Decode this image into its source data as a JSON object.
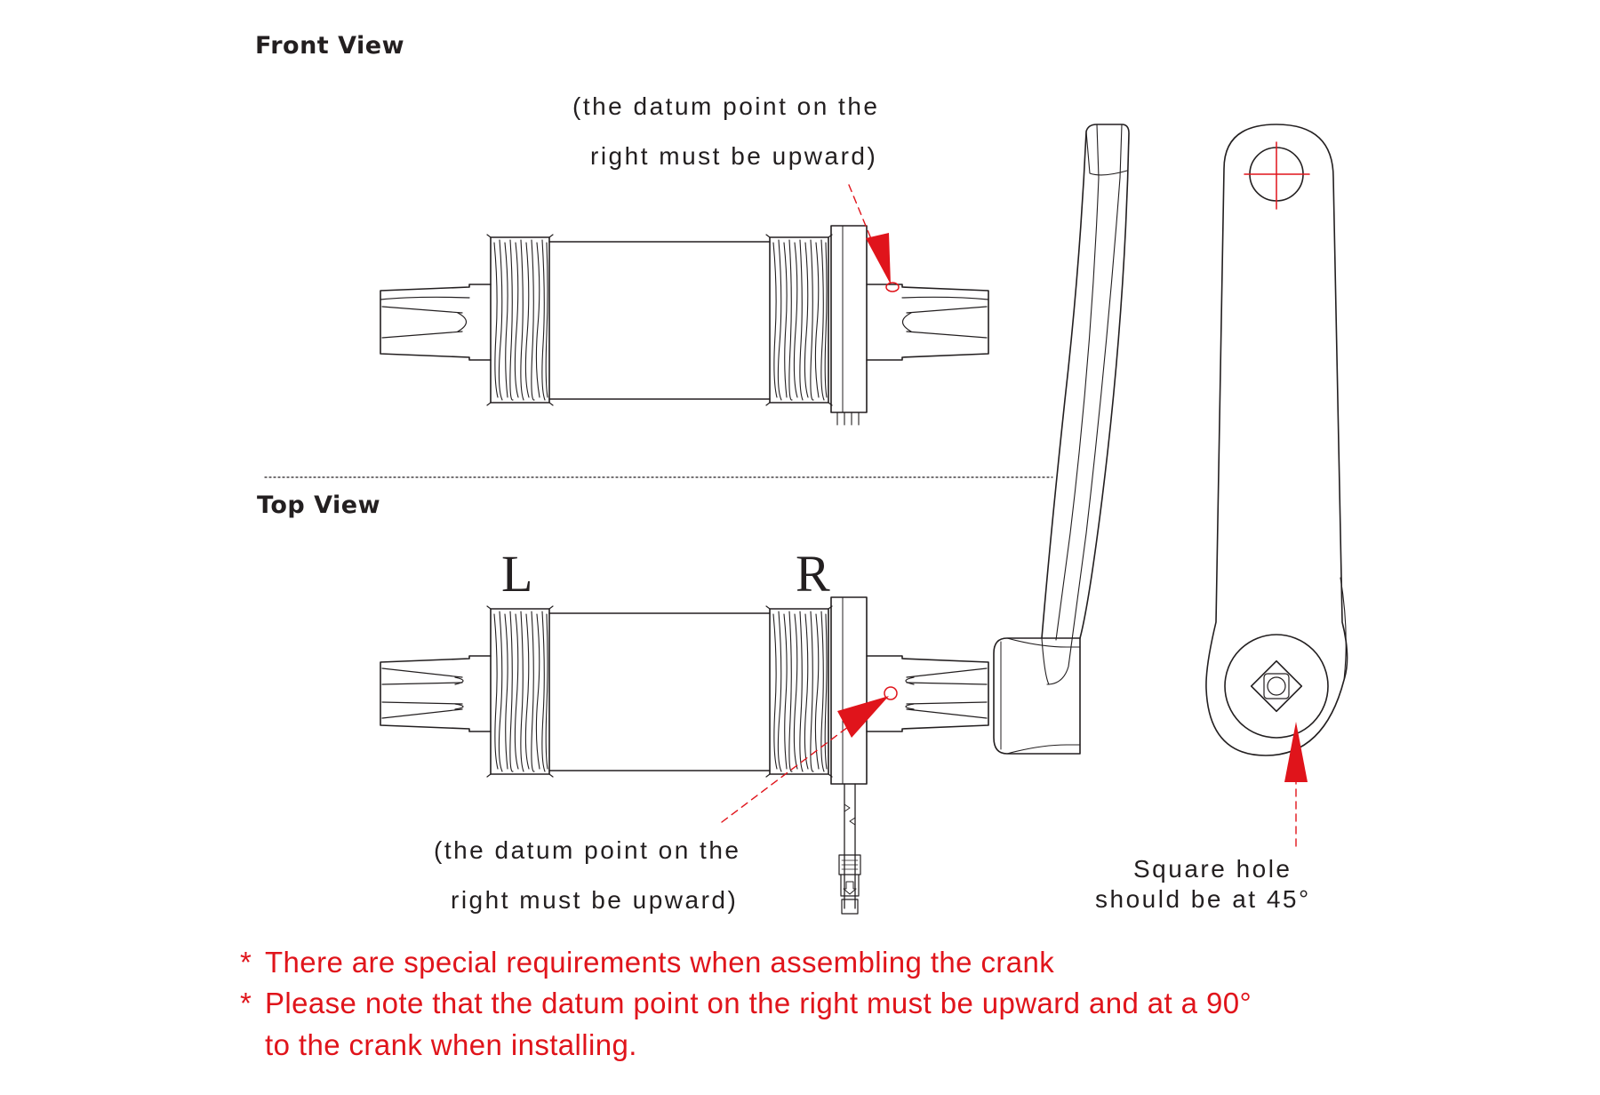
{
  "headings": {
    "front_view": "Front View",
    "top_view": "Top View"
  },
  "labels": {
    "left": "L",
    "right": "R"
  },
  "notes": {
    "front_line1": "(the datum point on the",
    "front_line2": "right must be upward)",
    "top_line1": "(the datum point on the",
    "top_line2": "right must be upward)",
    "square_line1": "Square hole",
    "square_line2": "should be at 45°"
  },
  "requirements": {
    "star": "*",
    "line1": "There are special requirements when assembling the crank",
    "line2": "Please note that the datum point on the right must be upward and at a 90°",
    "line3": "to the crank when installing."
  },
  "colors": {
    "line": "#231f20",
    "accent": "#e0141b",
    "background": "#ffffff"
  }
}
